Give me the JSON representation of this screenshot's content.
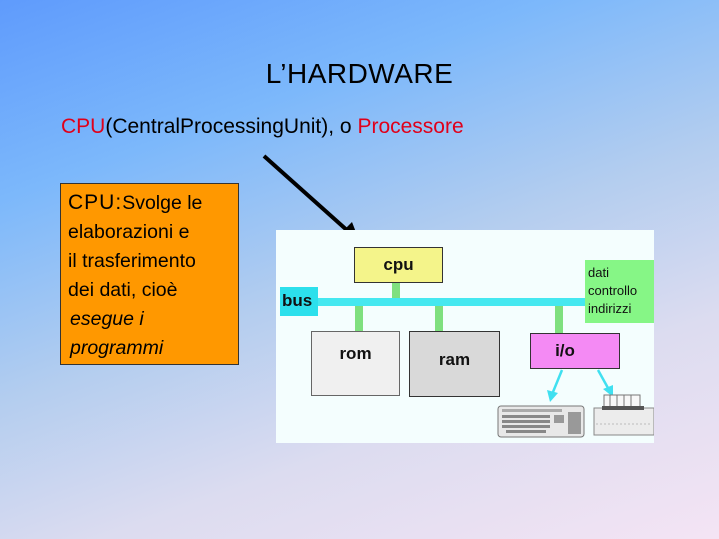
{
  "slide": {
    "title": "L’HARDWARE",
    "subtitle": {
      "cpu_abbr": "CPU",
      "expansion": "(CentralProcessingUnit), o ",
      "processor": "Processore"
    },
    "cpu_note": {
      "label": "CPU",
      "colon": ":",
      "line1_rest": "Svolge le",
      "line2": "elaborazioni e",
      "line3": "il trasferimento",
      "line4": "dei dati, cioè",
      "line5": "esegue i",
      "line6": "programmi"
    }
  },
  "diagram": {
    "cpu_label": "cpu",
    "bus_label": "bus",
    "rom_label": "rom",
    "ram_label": "ram",
    "io_label": "i/o",
    "bus_lines": [
      "dati",
      "controllo",
      "indirizzi"
    ],
    "devices": [
      "keyboard-icon",
      "printer-icon"
    ]
  },
  "colors": {
    "accent_red": "#e0001a",
    "note_bg": "#ff9800",
    "cpu_bg": "#f4f48a",
    "bus": "#45e8f0",
    "connector": "#7fe07f",
    "io_bg": "#f48af4"
  }
}
